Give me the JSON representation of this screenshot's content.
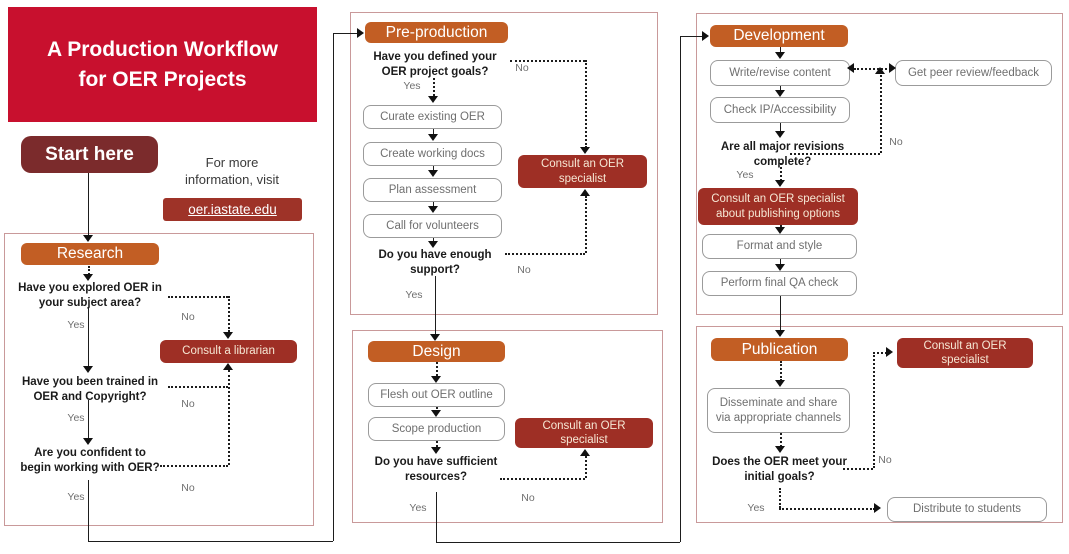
{
  "banner": {
    "title": "A Production Workflow for OER Projects"
  },
  "start_button": "Start here",
  "info": {
    "note": "For more information, visit",
    "link": "oer.iastate.edu"
  },
  "labels": {
    "yes": "Yes",
    "no": "No"
  },
  "colors": {
    "banner_red": "#C8102E",
    "maroon": "#7B2B2C",
    "brick": "#9E2F25",
    "orange": "#C25E24",
    "section_border": "#C9999A",
    "step_text": "#6F6F6F"
  },
  "research": {
    "header": "Research",
    "q1": "Have you explored OER in your subject area?",
    "q2": "Have you been trained in OER and Copyright?",
    "q3": "Are you confident to begin working with OER?",
    "consult": "Consult a librarian"
  },
  "preproduction": {
    "header": "Pre-production",
    "q1": "Have you defined your OER project goals?",
    "steps": [
      "Curate existing OER",
      "Create working docs",
      "Plan assessment",
      "Call for volunteers"
    ],
    "q2": "Do you have enough support?",
    "consult": "Consult an OER specialist"
  },
  "design": {
    "header": "Design",
    "steps": [
      "Flesh out OER outline",
      "Scope production"
    ],
    "q1": "Do you have sufficient resources?",
    "consult": "Consult an OER specialist"
  },
  "development": {
    "header": "Development",
    "steps": [
      "Write/revise content",
      "Check IP/Accessibility"
    ],
    "side_step": "Get peer review/feedback",
    "q1": "Are all major revisions complete?",
    "consult": "Consult an OER specialist about publishing options",
    "steps2": [
      "Format and style",
      "Perform final QA check"
    ]
  },
  "publication": {
    "header": "Publication",
    "step1": "Disseminate and share via appropriate channels",
    "q1": "Does the OER meet your initial goals?",
    "consult": "Consult an OER specialist",
    "final": "Distribute to students"
  }
}
